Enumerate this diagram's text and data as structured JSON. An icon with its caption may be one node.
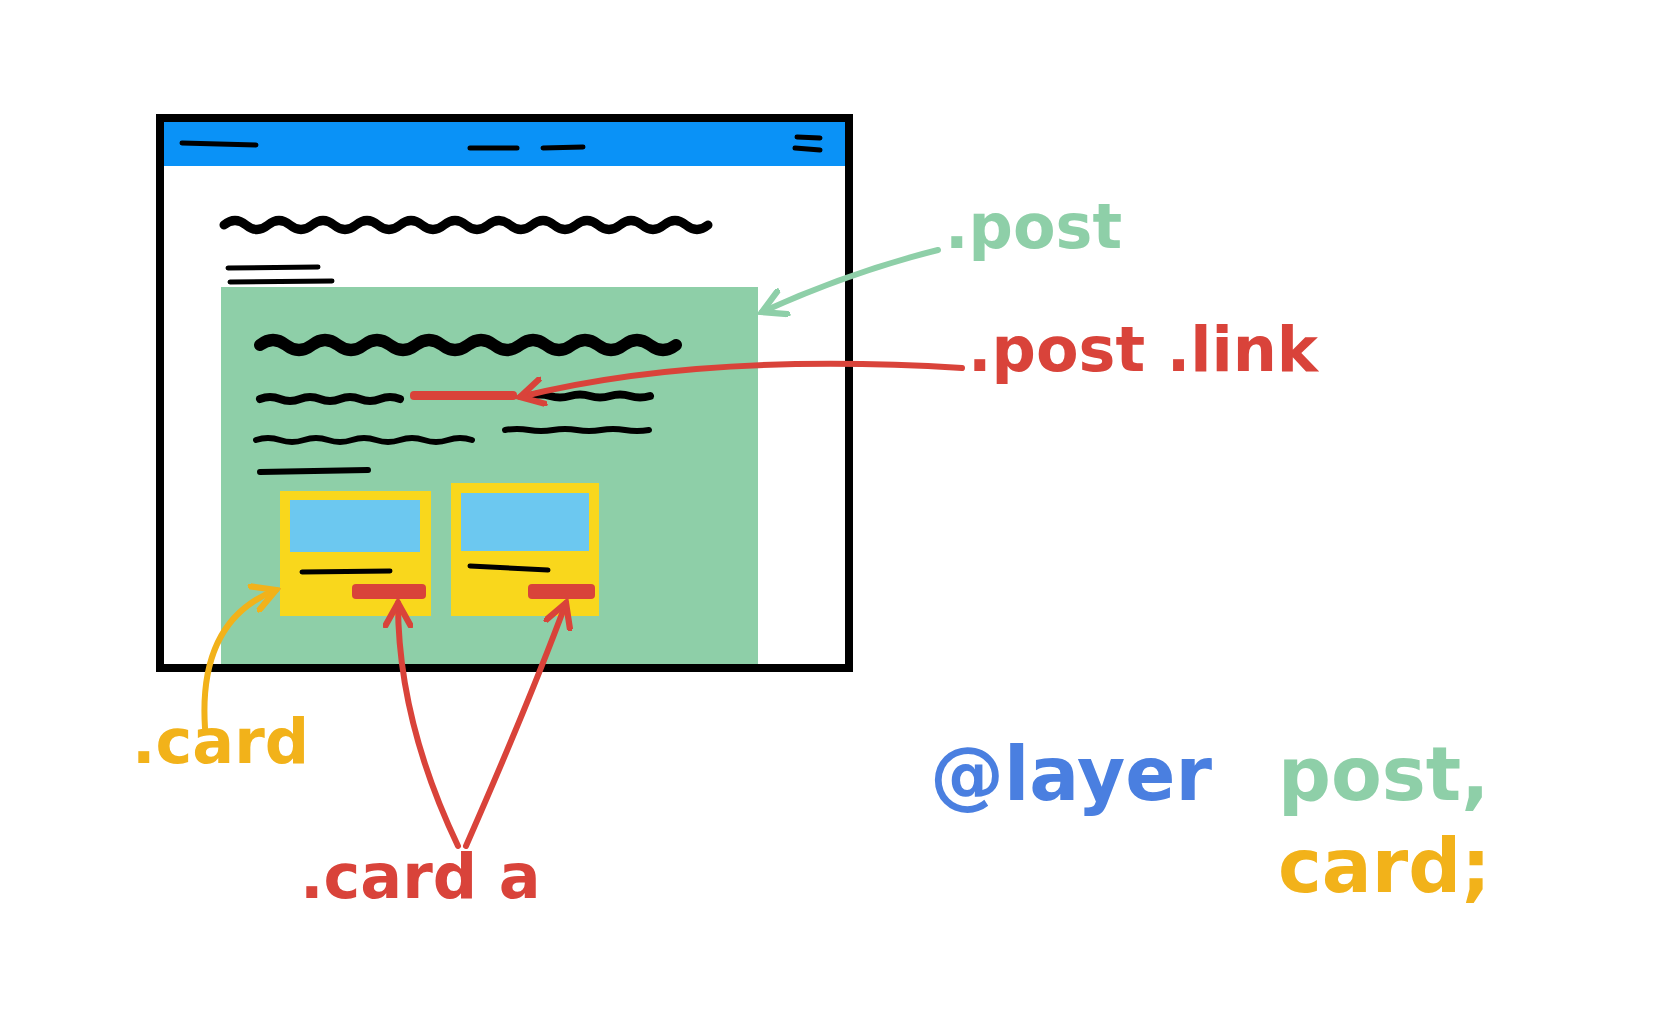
{
  "diagram": {
    "nodes": [
      {
        "text": [],
        "shape": "box"
      },
      {
        "text": [],
        "shape": "box",
        "in": 0
      },
      {
        "text": [],
        "shape": "bar",
        "in": 1
      },
      {
        "text": [],
        "shape": "box",
        "in": 1
      },
      {
        "text": [],
        "shape": "box",
        "in": 1
      },
      {
        "text": [],
        "shape": "bar",
        "in": 3
      },
      {
        "text": [],
        "shape": "bar",
        "in": 4
      },
      {
        "text": [
          ".post"
        ]
      },
      {
        "text": [
          ".post .link"
        ]
      },
      {
        "text": [
          ".card"
        ]
      },
      {
        "text": [
          ".card a"
        ]
      }
    ],
    "edges": [
      {
        "from": 7,
        "to": 1,
        "arrow": "to",
        "color": "#8ecfa8"
      },
      {
        "from": 8,
        "to": 2,
        "arrow": "to",
        "color": "#d9433a"
      },
      {
        "from": 9,
        "to": 3,
        "arrow": "to",
        "color": "#f2b21a"
      },
      {
        "from": 10,
        "to": 5,
        "arrow": "to",
        "color": "#d9433a"
      },
      {
        "from": 10,
        "to": 6,
        "arrow": "to",
        "color": "#d9433a"
      }
    ],
    "labels": [
      "@layer",
      "post,",
      "card;"
    ]
  }
}
